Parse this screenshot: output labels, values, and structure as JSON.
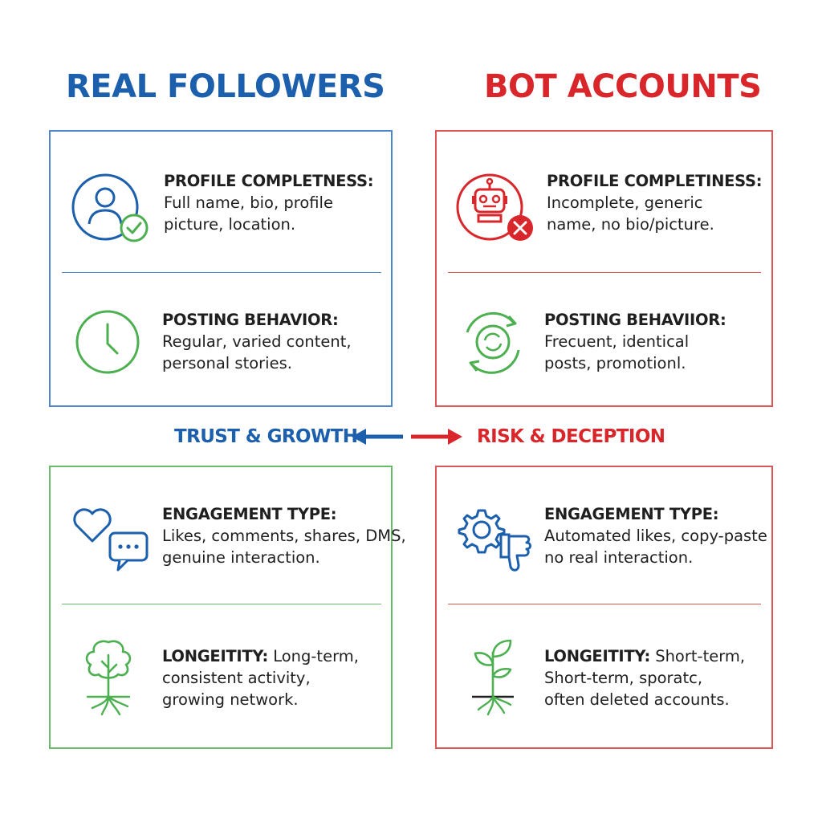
{
  "headers": {
    "left": "REAL FOLLOWERS",
    "right": "BOT ACCOUNTS"
  },
  "colors": {
    "real_blue": "#1b5fad",
    "bot_red": "#d8262b",
    "green": "#4caf50"
  },
  "center": {
    "left_label": "TRUST & GROWTH",
    "right_label": "RISK & DECEPTION"
  },
  "real": {
    "profile": {
      "heading": "PROFILE COMPLETNESS:",
      "line1": "Full name, bio, profile",
      "line2": "picture, location.",
      "icon": "user-check-icon"
    },
    "posting": {
      "heading": "POSTING BEHAVIOR:",
      "line1": "Regular, varied content,",
      "line2": "personal stories.",
      "icon": "clock-icon"
    },
    "engagement": {
      "heading": "ENGAGEMENT TYPE:",
      "line1": "Likes, comments, shares, DMS,",
      "line2": "genuine interaction.",
      "icon": "heart-chat-icon"
    },
    "longevity": {
      "heading": "LONGEITITY:",
      "line1_rest": " Long-term,",
      "line2": "consistent activity,",
      "line3": "growing network.",
      "icon": "tree-icon"
    }
  },
  "bot": {
    "profile": {
      "heading": "PROFILE COMPLETINESS:",
      "line1": "Incomplete, generic",
      "line2": "name, no bio/picture.",
      "icon": "robot-x-icon"
    },
    "posting": {
      "heading": "POSTING BEHAVIIOR:",
      "line1": "Frecuent, identical",
      "line2": "posts, promotionl.",
      "icon": "refresh-cycle-icon"
    },
    "engagement": {
      "heading": "ENGAGEMENT TYPE:",
      "line1": "Automated likes, copy-paste",
      "line2": "no real interaction.",
      "icon": "gear-thumbs-down-icon"
    },
    "longevity": {
      "heading": "LONGEITITY:",
      "line1_rest": " Short-term,",
      "line2": "Short-term, sporatc,",
      "line3": "often deleted accounts.",
      "icon": "sprout-icon"
    }
  }
}
